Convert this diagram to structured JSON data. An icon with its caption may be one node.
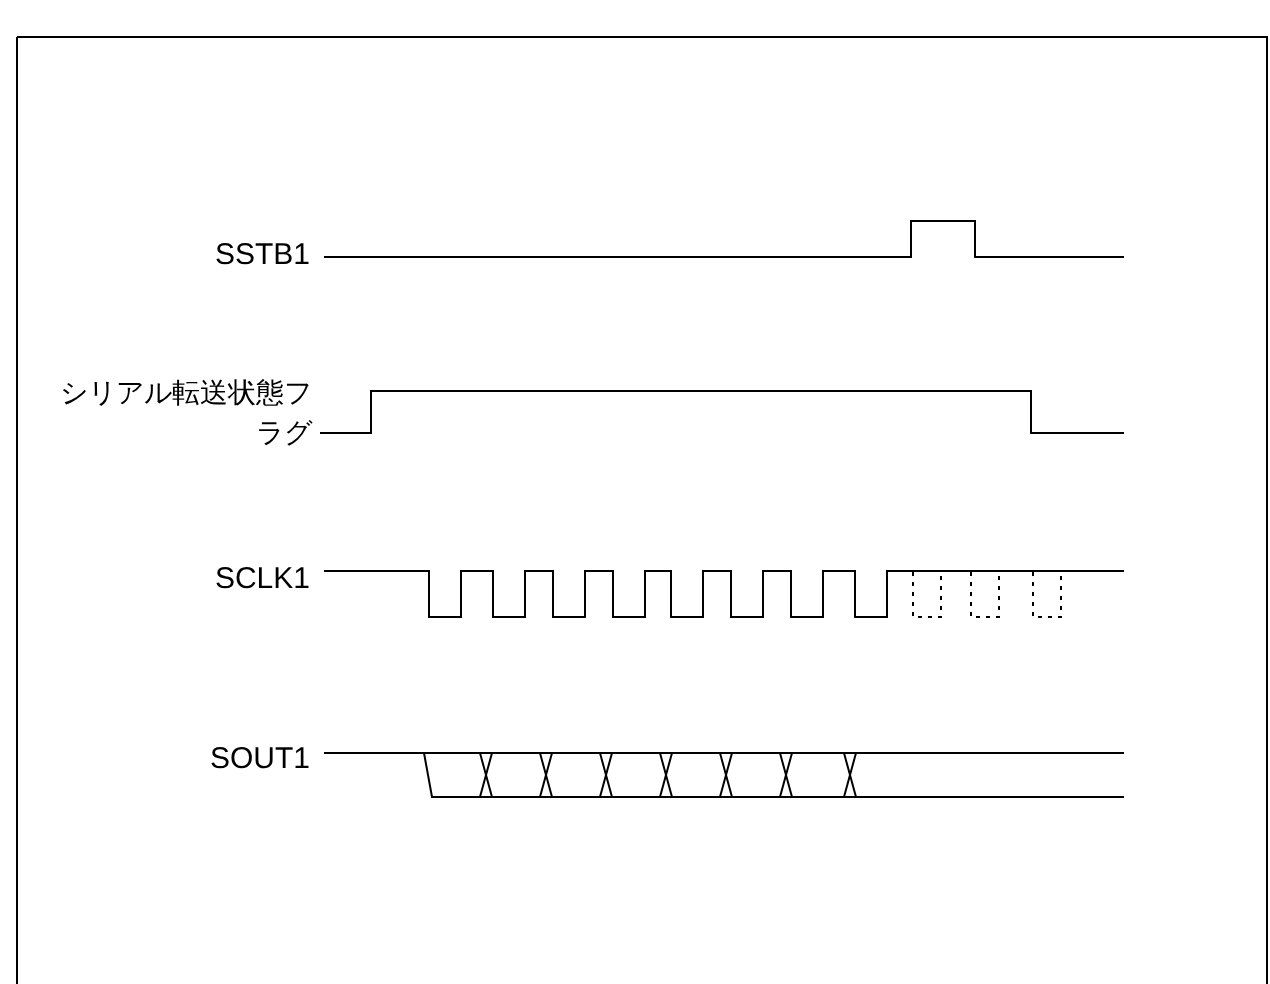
{
  "diagram": {
    "labels": [
      "SSTB1",
      "シリアル転送状態フラグ",
      "SCLK1",
      "SOUT1"
    ]
  }
}
